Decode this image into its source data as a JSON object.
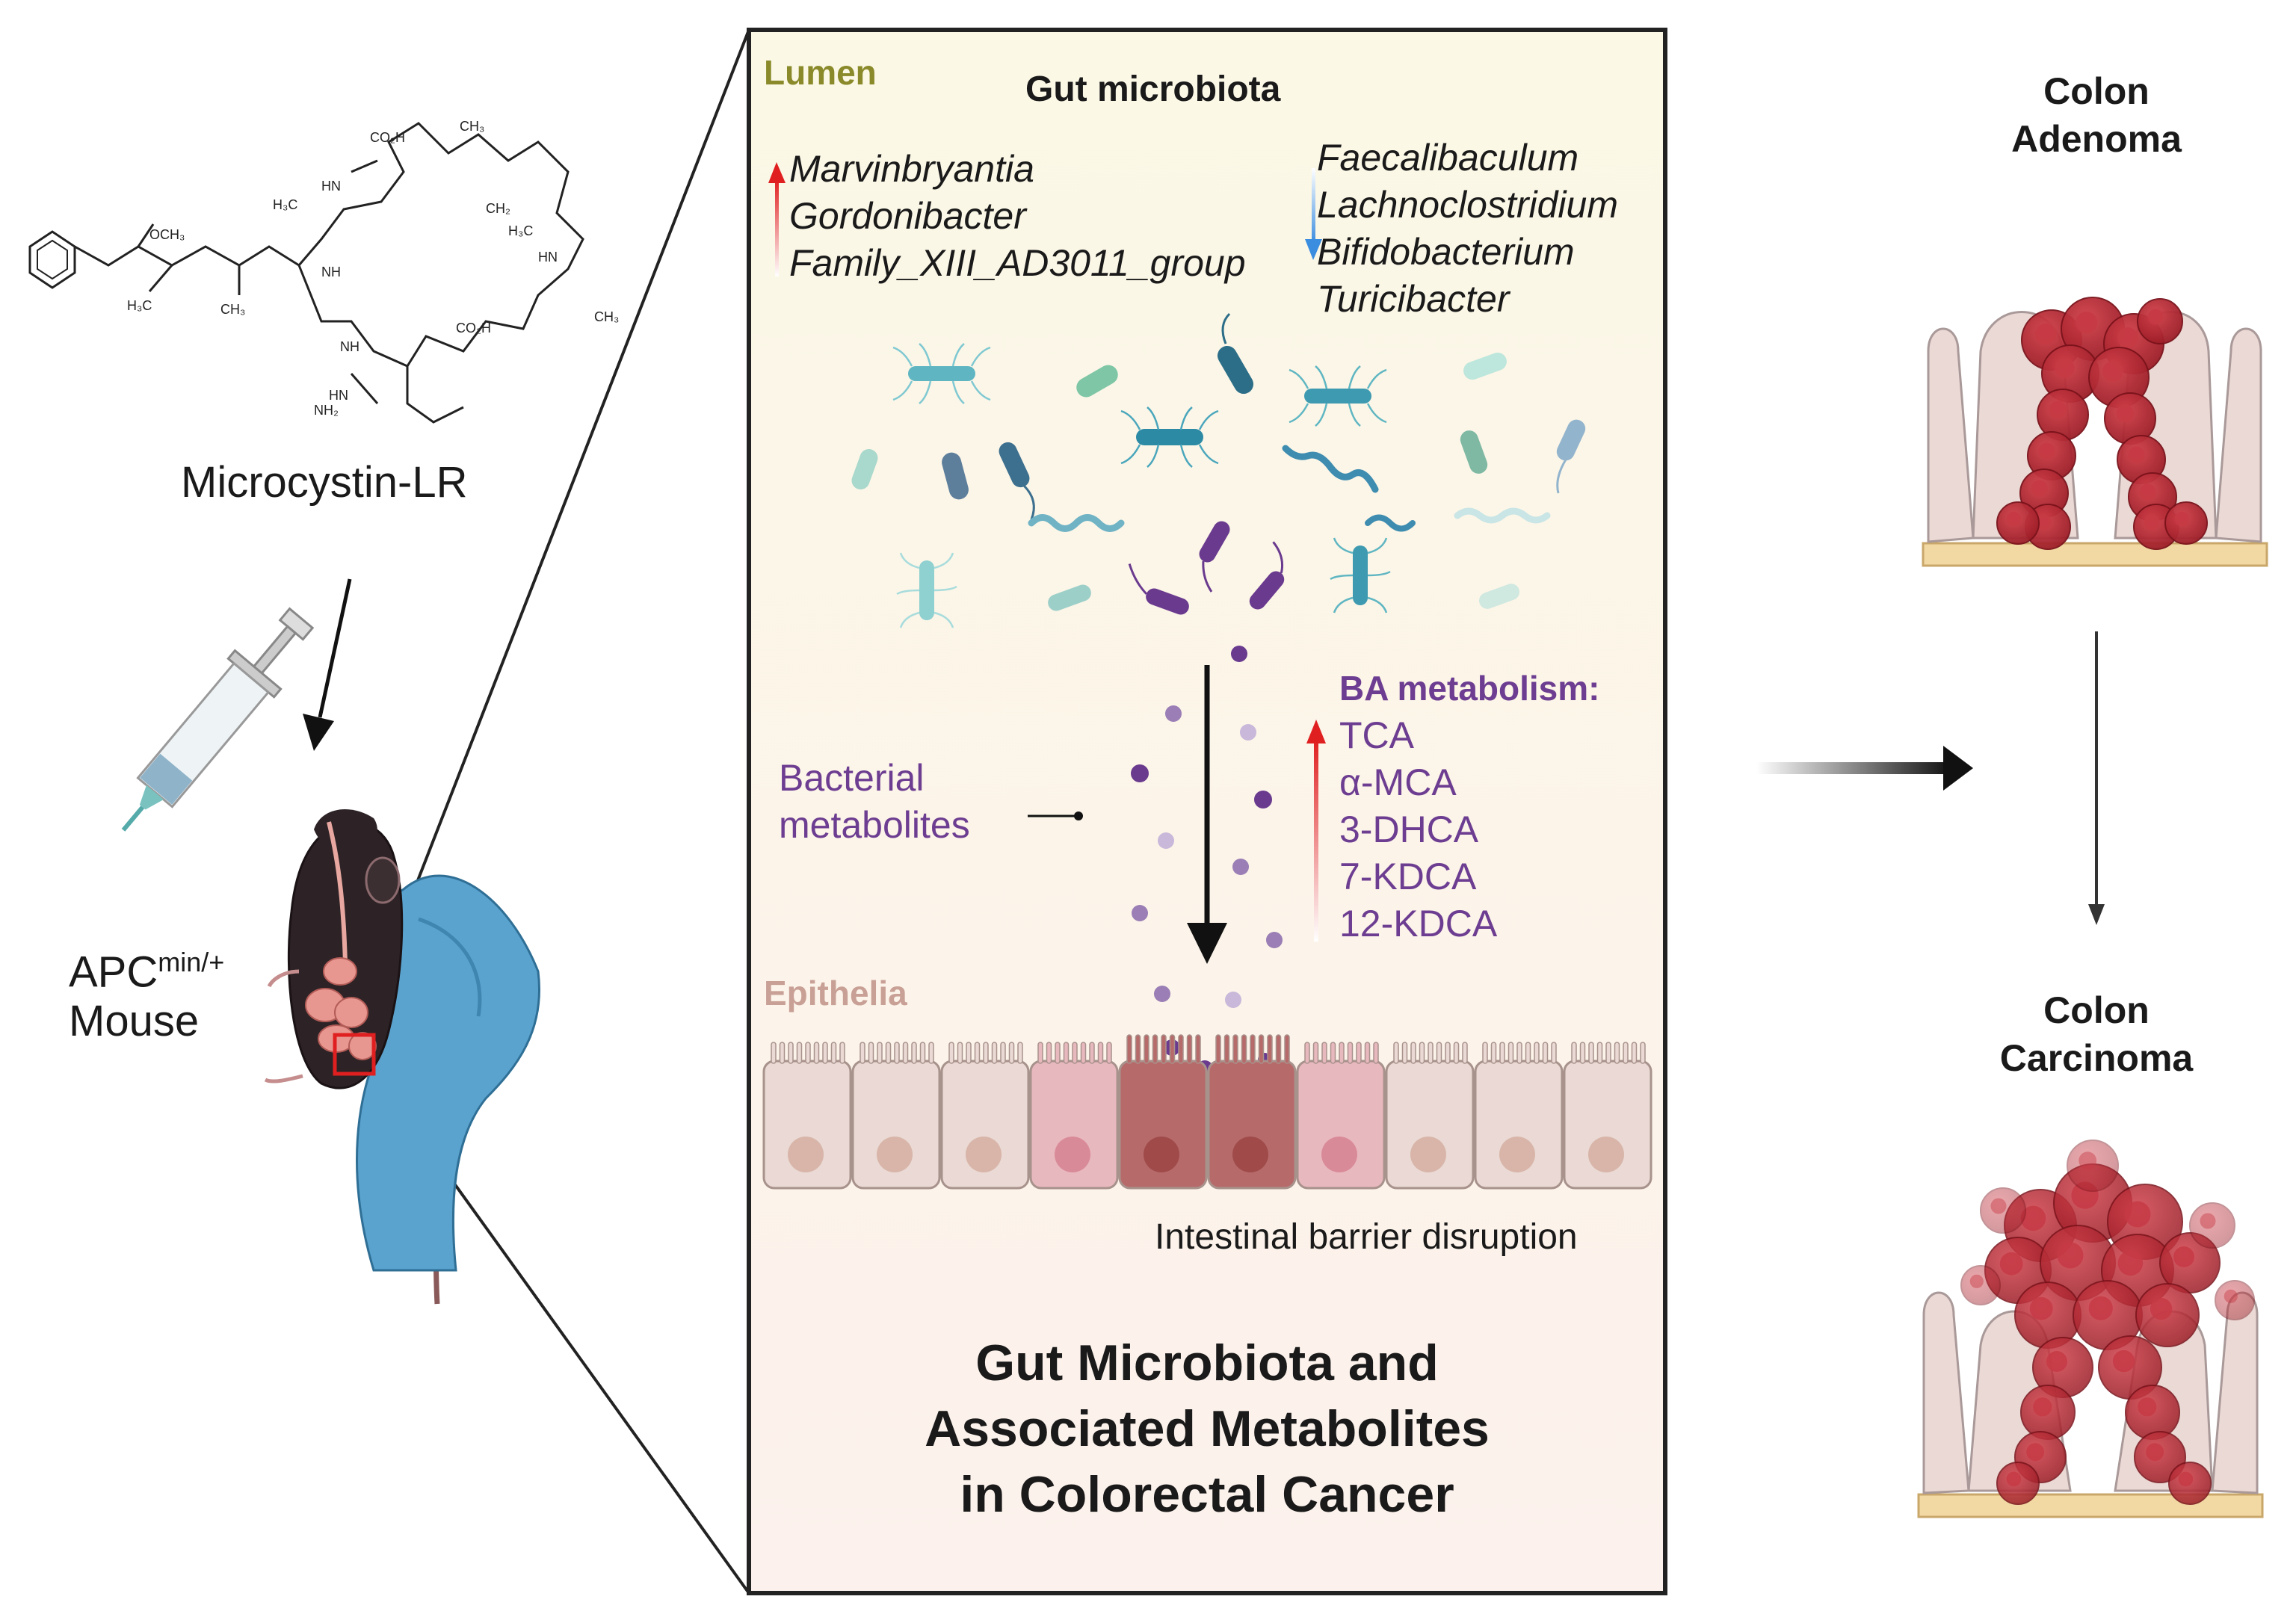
{
  "left": {
    "compound_label": "Microcystin-LR",
    "mouse_label_main": "APC",
    "mouse_label_sup": "min/+",
    "mouse_label_line2": "Mouse"
  },
  "panel": {
    "lumen_label": "Lumen",
    "gut_microbiota_title": "Gut microbiota",
    "increased_taxa": [
      "Marvinbryantia",
      "Gordonibacter",
      "Family_XIII_AD3011_group"
    ],
    "decreased_taxa": [
      "Faecalibaculum",
      "Lachnoclostridium",
      "Bifidobacterium",
      "Turicibacter"
    ],
    "bacterial_metabolites": [
      "Bacterial",
      "metabolites"
    ],
    "ba_title": "BA metabolism:",
    "ba_items": [
      "TCA",
      "α-MCA",
      "3-DHCA",
      "7-KDCA",
      "12-KDCA"
    ],
    "epithelia_label": "Epithelia",
    "barrier_label": "Intestinal barrier disruption",
    "main_title": [
      "Gut Microbiota and",
      "Associated Metabolites",
      "in Colorectal Cancer"
    ]
  },
  "right": {
    "adenoma_label": [
      "Colon",
      "Adenoma"
    ],
    "carcinoma_label": [
      "Colon",
      "Carcinoma"
    ]
  },
  "colors": {
    "lumen": "#8a8a2a",
    "epithelia": "#c9a096",
    "purple_text": "#6d3d91",
    "arrow_up": "#e02020",
    "arrow_down": "#3b8de0",
    "panel_bg": "#fbf8ea",
    "tumor": "#b2242e",
    "glove": "#5aa3cf"
  }
}
